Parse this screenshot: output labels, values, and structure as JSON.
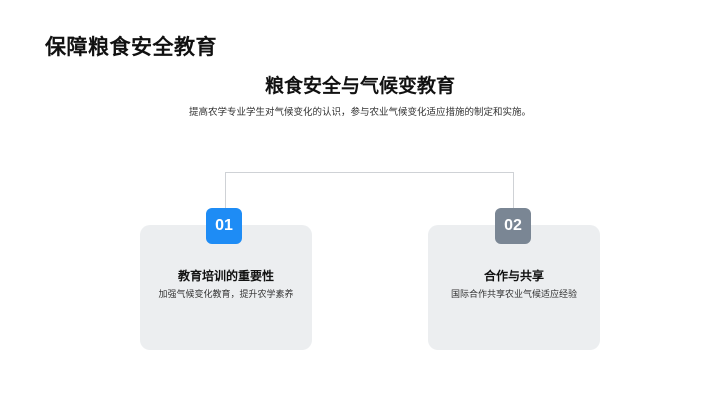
{
  "page": {
    "title": "保障粮食安全教育",
    "section_title": "粮食安全与气候变教育",
    "subtitle": "提高农学专业学生对气候变化的认识，参与农业气候变化适应措施的制定和实施。"
  },
  "cards": [
    {
      "number": "01",
      "title": "教育培训的重要性",
      "description": "加强气候变化教育，提升农学素养",
      "badge_color": "#1e8cf5"
    },
    {
      "number": "02",
      "title": "合作与共享",
      "description": "国际合作共享农业气候适应经验",
      "badge_color": "#7a8694"
    }
  ],
  "colors": {
    "card_background": "#eceef0",
    "connector": "#cfd2d6"
  }
}
